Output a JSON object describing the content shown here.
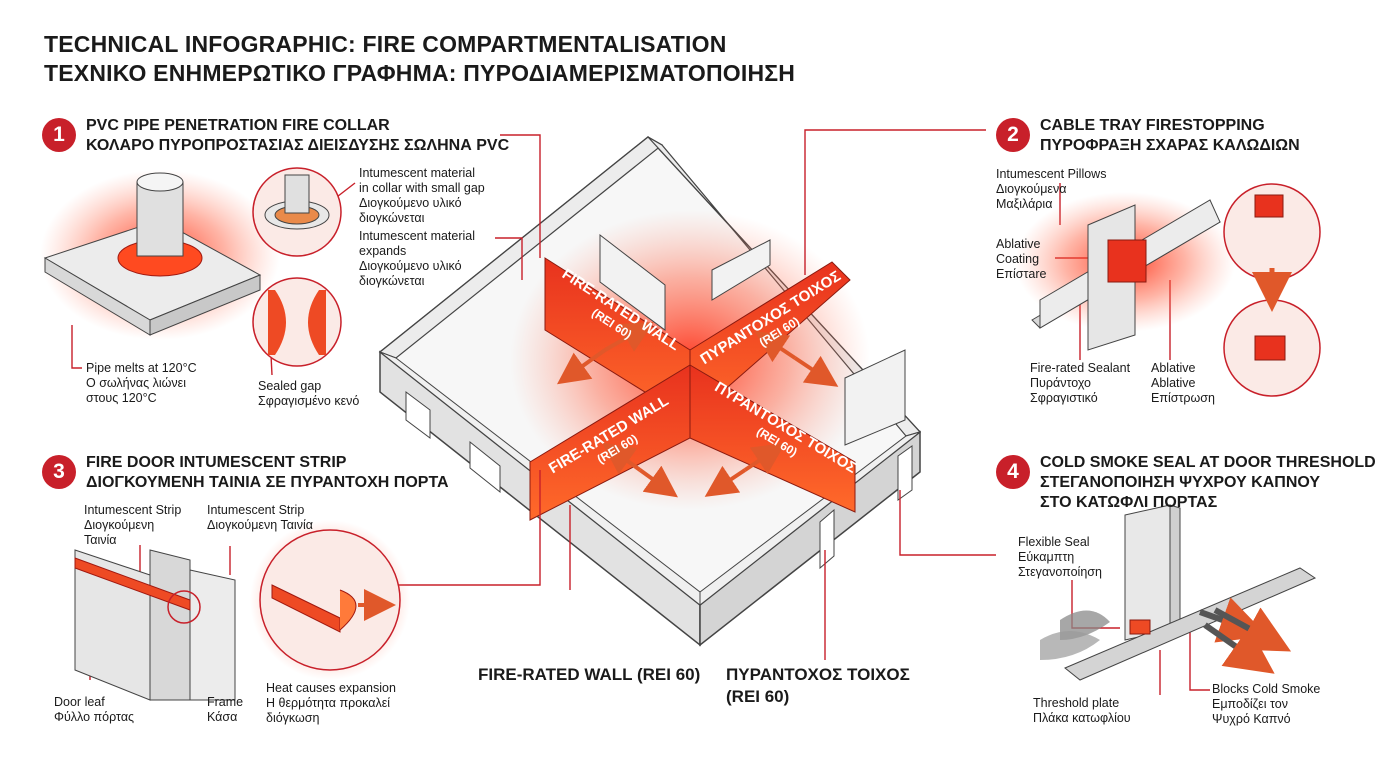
{
  "title": {
    "line1": "TECHNICAL INFOGRAPHIC: FIRE COMPARTMENTALISATION",
    "line2": "ΤΕΧΝΙΚΟ ΕΝΗΜΕΡΩΤΙΚΟ ΓΡΑΦΗΜΑ: ΠΥΡΟΔΙΑΜΕΡΙΣΜΑΤΟΠΟΙΗΣΗ"
  },
  "colors": {
    "accent": "#c8202a",
    "glow": "#ff3b1f",
    "wall": "#e9e9e9",
    "outline": "#333333"
  },
  "sections": [
    {
      "number": "1",
      "title_en": "PVC PIPE PENETRATION FIRE COLLAR",
      "title_el": "ΚΟΛΑΡΟ ΠΥΡΟΠΡΟΣΤΑΣΙΑΣ ΔΙΕΙΣΔΥΣΗΣ ΣΩΛΗΝΑ PVC",
      "labels": {
        "collar_gap": [
          "Intumescent material",
          "in collar with small gap",
          "Διογκούμενο υλικό",
          "διογκώνεται"
        ],
        "expands": [
          "Intumescent  material",
          "expands",
          "Διογκούμενο υλικό",
          "διογκώνεται"
        ],
        "pipe_melts": [
          "Pipe melts at 120°C",
          "Ο σωλήνας λιώνει",
          "στους 120°C"
        ],
        "sealed_gap": [
          "Sealed gap",
          "Σφραγισμένο κενό"
        ]
      }
    },
    {
      "number": "2",
      "title_en": "CABLE TRAY FIRESTOPPING",
      "title_el": "ΠΥΡΟΦΡΑΞΗ ΣΧΑΡΑΣ ΚΑΛΩΔΙΩΝ",
      "labels": {
        "pillows": [
          "Intumescent Pillows",
          "Διογκούμενα",
          "Μαξιλάρια"
        ],
        "ablative_coating": [
          "Ablative",
          "Coating",
          "Επίστare"
        ],
        "sealant": [
          "Fire-rated Sealant",
          "Πυράντοχο",
          "Σφραγιστικό"
        ],
        "ablative": [
          "Ablative",
          "Ablative",
          "Επίστρωση"
        ]
      }
    },
    {
      "number": "3",
      "title_en": "FIRE DOOR INTUMESCENT STRIP",
      "title_el": "ΔΙΟΓΚΟΥΜΕΝΗ ΤΑΙΝΙΑ ΣΕ ΠΥΡΑΝΤΟΧΗ ΠΟΡΤΑ",
      "labels": {
        "strip_a": [
          "Intumescent Strip",
          "Διογκούμενη",
          "Ταινία"
        ],
        "strip_b": [
          "Intumescent Strip",
          "Διογκούμενη Ταινία"
        ],
        "door_leaf": [
          "Door leaf",
          "Φύλλο πόρτας"
        ],
        "frame": [
          "Frame",
          "Κάσα"
        ],
        "heat": [
          "Heat causes expansion",
          "Η θερμότητα προκαλεί",
          "διόγκωση"
        ]
      }
    },
    {
      "number": "4",
      "title_en": "COLD SMOKE SEAL AT DOOR THRESHOLD",
      "title_el_1": "ΣΤΕΓΑΝΟΠΟΙΗΣΗ ΨΥΧΡΟΥ ΚΑΠΝΟΥ",
      "title_el_2": "ΣΤΟ ΚΑΤΩΦΛΙ ΠΟΡΤΑΣ",
      "labels": {
        "flexible": [
          "Flexible Seal",
          "Εύκαμπτη",
          "Στεγανοποίηση"
        ],
        "threshold": [
          "Threshold plate",
          "Πλάκα κατωφλίου"
        ],
        "blocks": [
          "Blocks Cold Smoke",
          "Εμποδίζει τον",
          "Ψυχρό Καπνό"
        ]
      }
    }
  ],
  "walls": {
    "nw": {
      "line1": "FIRE-RATED WALL",
      "line2": "(REI 60)"
    },
    "ne": {
      "line1": "ΠΥΡΑΝΤΟΧΟΣ ΤΟΙΧΟΣ",
      "line2": "(REI 60)"
    },
    "sw": {
      "line1": "FIRE-RATED WALL",
      "line2": "(REI 60)"
    },
    "se": {
      "line1": "ΠΥΡΑΝΤΟΧΟΣ ΤΟΙΧΟΣ",
      "line2": "(REI 60)"
    }
  },
  "bottom_labels": {
    "en": "FIRE-RATED WALL (REI 60)",
    "el_1": "ΠΥΡΑΝΤΟΧΟΣ ΤΟΙΧΟΣ",
    "el_2": "(REI 60)"
  }
}
